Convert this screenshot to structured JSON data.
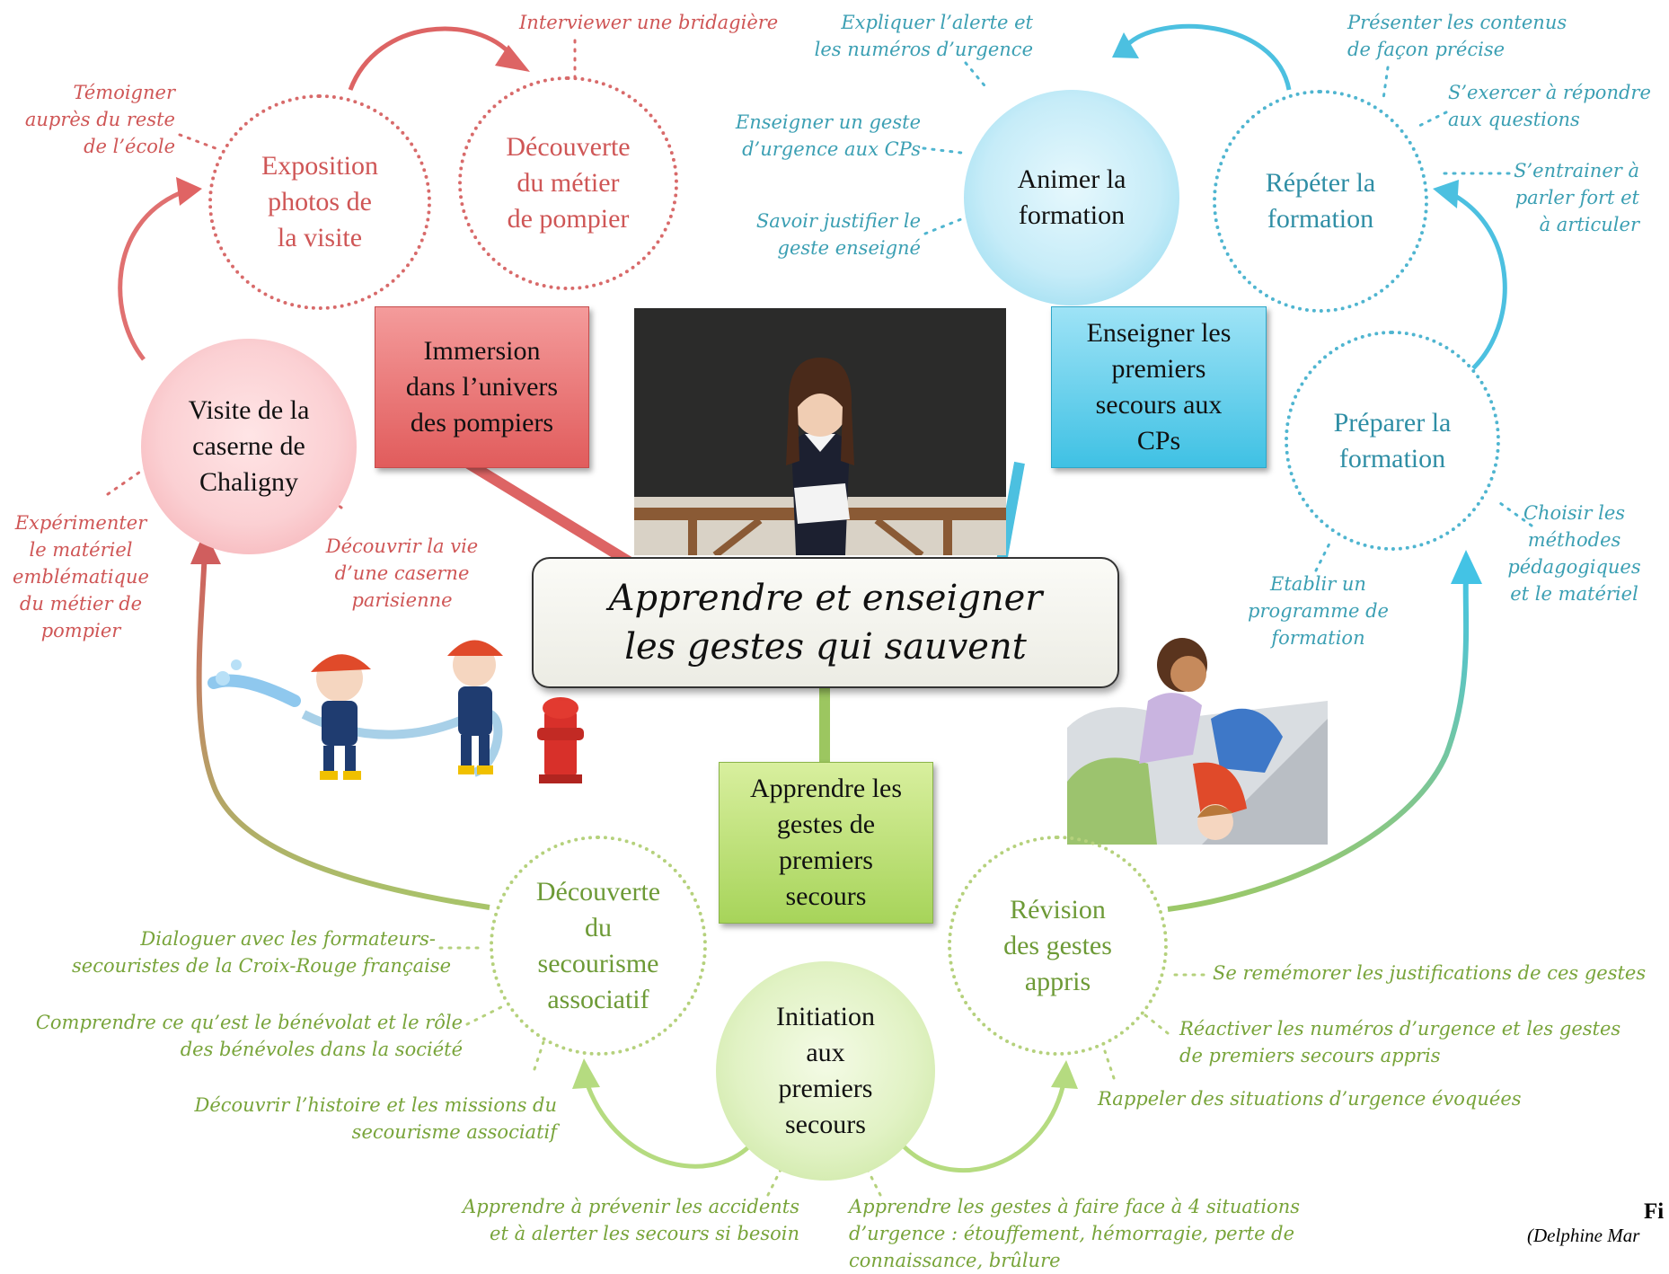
{
  "center": {
    "line1": "Apprendre et enseigner",
    "line2": "les gestes qui sauvent"
  },
  "branches": {
    "red": {
      "lines": [
        "Immersion",
        "dans l’univers",
        "des pompiers"
      ]
    },
    "blue": {
      "lines": [
        "Enseigner les",
        "premiers",
        "secours aux",
        "CPs"
      ]
    },
    "green": {
      "lines": [
        "Apprendre les",
        "gestes de",
        "premiers",
        "secours"
      ]
    }
  },
  "nodes": {
    "visite": {
      "lines": [
        "Visite de la",
        "caserne de",
        "Chaligny"
      ]
    },
    "exposition": {
      "lines": [
        "Exposition",
        "photos de",
        "la visite"
      ]
    },
    "decouverte_metier": {
      "lines": [
        "Découverte",
        "du métier",
        "de pompier"
      ]
    },
    "animer": {
      "lines": [
        "Animer la",
        "formation"
      ]
    },
    "repeter": {
      "lines": [
        "Répéter la",
        "formation"
      ]
    },
    "preparer": {
      "lines": [
        "Préparer la",
        "formation"
      ]
    },
    "decouverte_secourisme": {
      "lines": [
        "Découverte",
        "du",
        "secourisme",
        "associatif"
      ]
    },
    "initiation": {
      "lines": [
        "Initiation",
        "aux",
        "premiers",
        "secours"
      ]
    },
    "revision": {
      "lines": [
        "Révision",
        "des gestes",
        "appris"
      ]
    }
  },
  "notes": {
    "interviewer": [
      "Interviewer une bridagière"
    ],
    "temoigner": [
      "Témoigner",
      "auprès du reste",
      "de l’école"
    ],
    "experimenter": [
      "Expérimenter",
      "le matériel",
      "emblématique",
      "du métier de",
      "pompier"
    ],
    "decouvrir_vie": [
      "Découvrir la vie",
      "d’une caserne",
      "parisienne"
    ],
    "expliquer": [
      "Expliquer l’alerte et",
      "les numéros d’urgence"
    ],
    "enseigner_geste": [
      "Enseigner un geste",
      "d’urgence aux CPs"
    ],
    "justifier": [
      "Savoir justifier le",
      "geste enseigné"
    ],
    "presenter": [
      "Présenter les contenus",
      "de façon précise"
    ],
    "exercer": [
      "S’exercer à répondre",
      "aux questions"
    ],
    "entrainer": [
      "S’entrainer à",
      "parler fort et",
      "à articuler"
    ],
    "choisir": [
      "Choisir les",
      "méthodes",
      "pédagogiques",
      "et le matériel"
    ],
    "etablir": [
      "Etablir un",
      "programme de",
      "formation"
    ],
    "dialoguer": [
      "Dialoguer avec les formateurs-",
      "secouristes de la Croix-Rouge française"
    ],
    "comprendre": [
      "Comprendre ce qu’est le bénévolat et le rôle",
      "des bénévoles dans la société"
    ],
    "histoire": [
      "Découvrir l’histoire et les missions du",
      "secourisme associatif"
    ],
    "prevenir": [
      "Apprendre à prévenir les accidents",
      "et à alerter les secours si besoin"
    ],
    "gestes4": [
      "Apprendre les gestes à faire face à 4 situations",
      "d’urgence : étouffement, hémorragie, perte de",
      "connaissance, brûlure"
    ],
    "rappeler": [
      "Rappeler des situations d’urgence évoquées"
    ],
    "reactiver": [
      "Réactiver les numéros d’urgence et les gestes",
      "de premiers secours appris"
    ],
    "remember": [
      "Se remémorer les justifications de ces gestes"
    ]
  },
  "corner": {
    "line1": "Fi",
    "line2": "(Delphine Mar"
  },
  "colors": {
    "red": "#cf5656",
    "blue": "#3b9fb3",
    "green": "#78a43a"
  }
}
